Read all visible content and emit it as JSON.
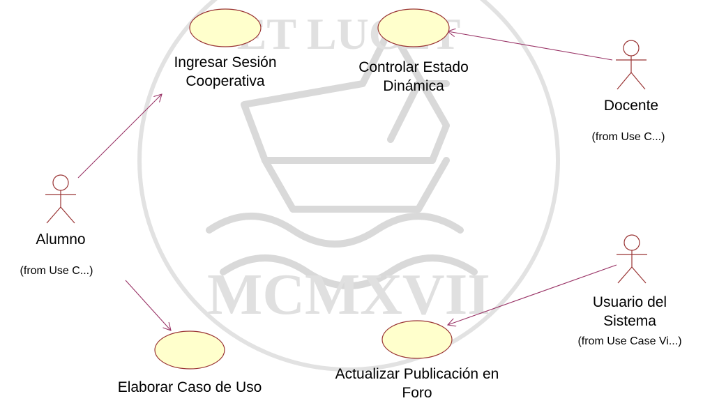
{
  "watermark": {
    "top_text": "ET LUCET",
    "bottom_text": "MCMXVII"
  },
  "use_cases": {
    "ingresar": {
      "line1": "Ingresar Sesión",
      "line2": "Cooperativa"
    },
    "controlar": {
      "line1": "Controlar Estado",
      "line2": "Dinámica"
    },
    "elaborar": {
      "line1": "Elaborar Caso de Uso"
    },
    "actualizar": {
      "line1": "Actualizar Publicación en",
      "line2": "Foro"
    }
  },
  "actors": {
    "alumno": {
      "name": "Alumno",
      "from": "(from Use C...)"
    },
    "docente": {
      "name": "Docente",
      "from": "(from Use C...)"
    },
    "usuario": {
      "name_line1": "Usuario del",
      "name_line2": "Sistema",
      "from": "(from Use Case Vi...)"
    }
  },
  "colors": {
    "usecase_fill": "#ffffcc",
    "usecase_stroke": "#993333",
    "association": "#993366",
    "watermark": "#d9d9d9"
  }
}
